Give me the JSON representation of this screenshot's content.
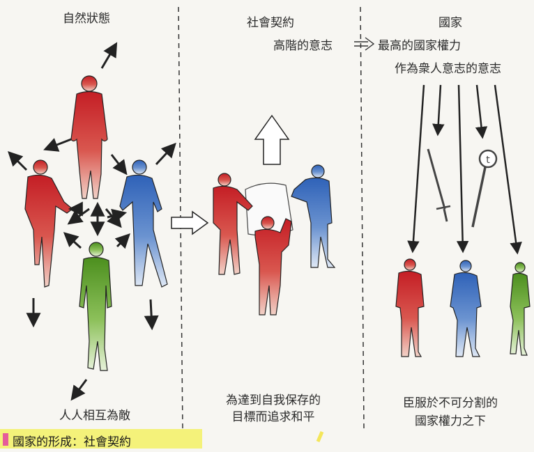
{
  "panels": {
    "state_of_nature": {
      "title": "自然狀態",
      "caption": "人人相互為敵"
    },
    "social_contract": {
      "title": "社會契約",
      "caption_line1": "為達到自我保存的",
      "caption_line2": "目標而追求和平"
    },
    "state": {
      "title": "國家",
      "label_left": "高階的意志",
      "label_right": "最高的國家權力",
      "label_sub": "作為衆人意志的意志",
      "caption_line1": "臣服於不可分割的",
      "caption_line2": "國家權力之下"
    }
  },
  "footer": {
    "caption": "國家的形成：社會契約"
  },
  "colors": {
    "red": "#c8272b",
    "blue": "#3a6fc0",
    "green": "#5a9a2a",
    "highlight": "#f4f27a"
  }
}
